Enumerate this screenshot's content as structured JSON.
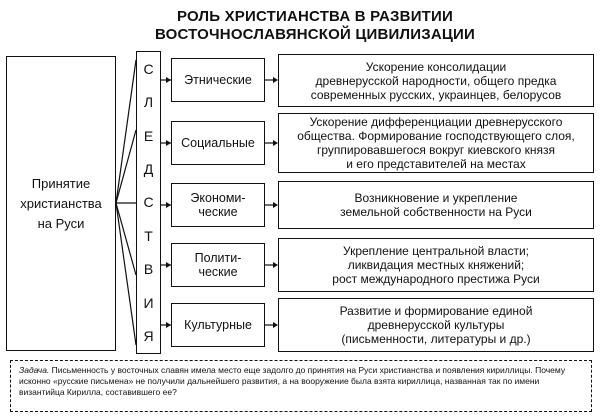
{
  "title": {
    "line1": "РОЛЬ ХРИСТИАНСТВА В РАЗВИТИИ",
    "line2": "ВОСТОЧНОСЛАВЯНСКОЙ ЦИВИЛИЗАЦИИ"
  },
  "source": {
    "lines": [
      "Принятие",
      "христианства",
      "на Руси"
    ]
  },
  "consequences_letters": [
    "С",
    "Л",
    "Е",
    "Д",
    "С",
    "Т",
    "В",
    "И",
    "Я"
  ],
  "rows": [
    {
      "category": [
        "Этнические"
      ],
      "result": [
        "Ускорение консолидации",
        "древнерусской народности, общего предка",
        "современных русских, украинцев, белорусов"
      ]
    },
    {
      "category": [
        "Социальные"
      ],
      "result": [
        "Ускорение дифференциации древнерусского",
        "общества. Формирование господствующего слоя,",
        "группировавшегося вокруг киевского князя",
        "и его представителей на местах"
      ]
    },
    {
      "category": [
        "Экономи-",
        "ческие"
      ],
      "result": [
        "Возникновение и укрепление",
        "земельной собственности на Руси"
      ]
    },
    {
      "category": [
        "Полити-",
        "ческие"
      ],
      "result": [
        "Укрепление центральной власти;",
        "ликвидация местных княжений;",
        "рост международного престижа Руси"
      ]
    },
    {
      "category": [
        "Культурные"
      ],
      "result": [
        "Развитие и формирование единой",
        "древнерусской культуры",
        "(письменности, литературы и др.)"
      ]
    }
  ],
  "task": {
    "label": "Задача.",
    "text": "Письменность у восточных славян имела место еще задолго до принятия на Руси христианства и появления кириллицы. Почему исконно «русские письмена» не получили дальнейшего развития, а на вооружение была взята кириллица, названная так по имени византийца Кирилла, составившего ее?"
  }
}
